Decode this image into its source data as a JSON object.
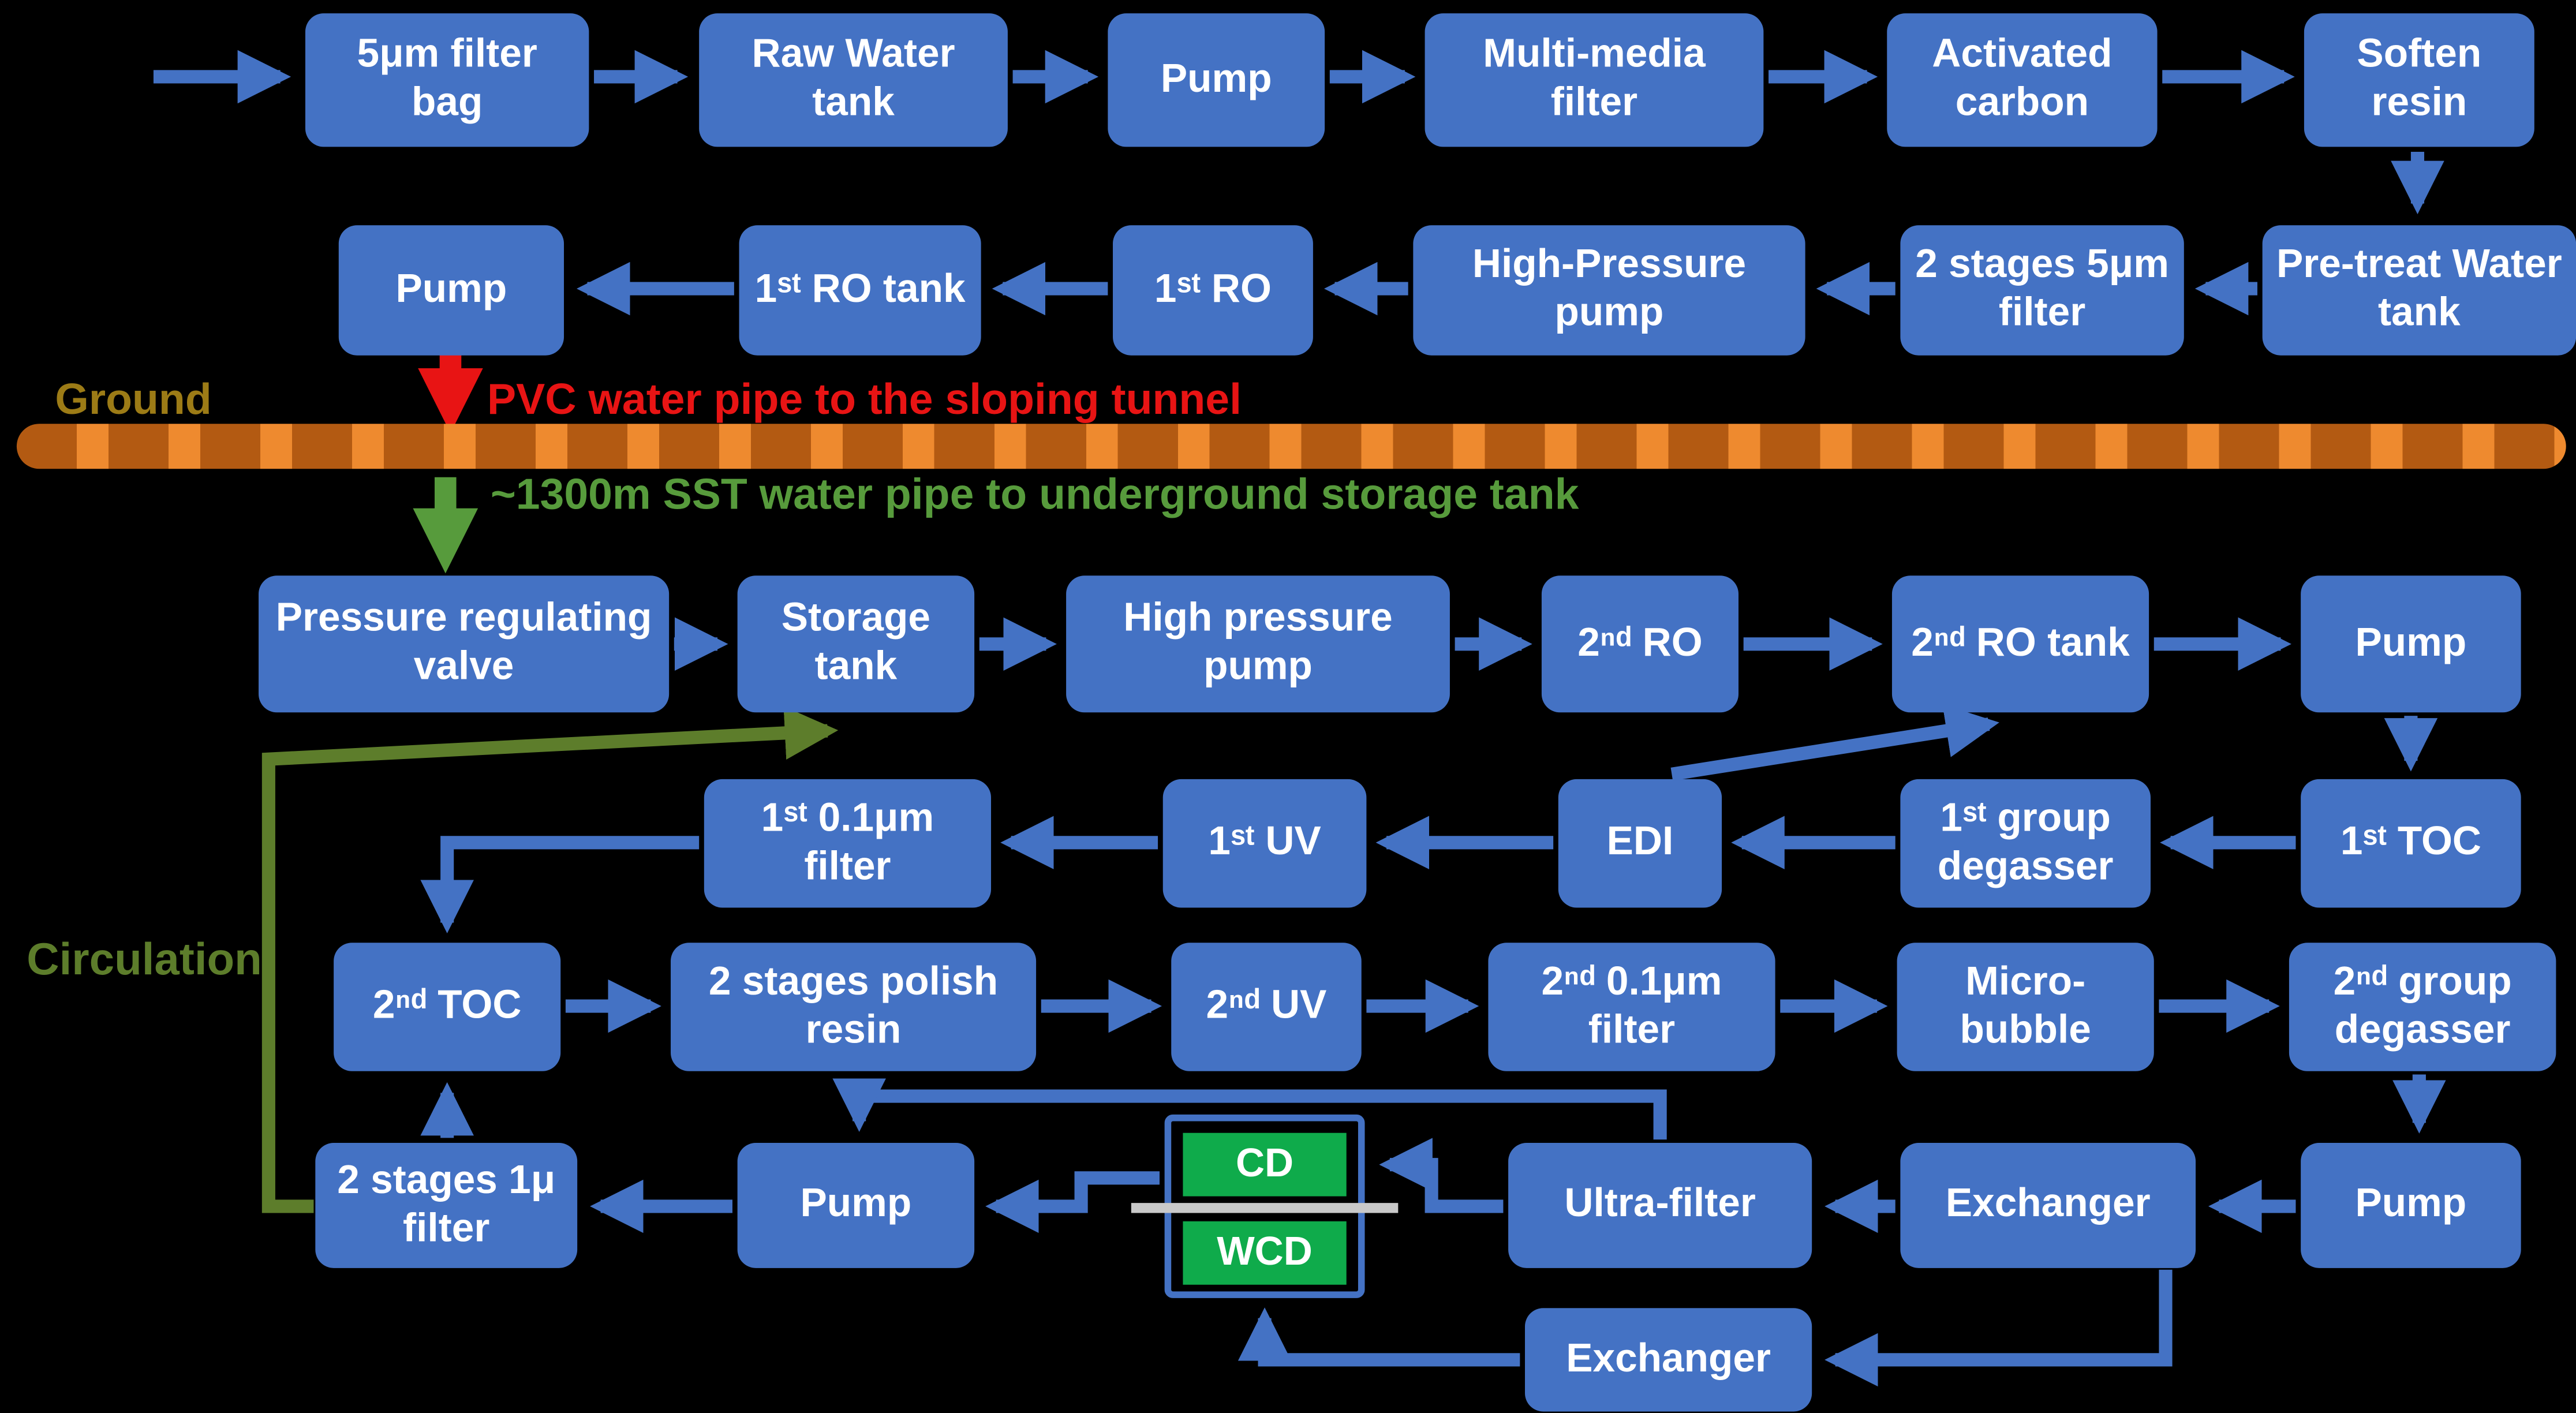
{
  "labels": {
    "ground": "Ground",
    "pvc_pipe": "PVC water pipe to the sloping tunnel",
    "sst_pipe": "~1300m SST water pipe to underground storage tank",
    "circulation": "Circulation"
  },
  "colors": {
    "background": "#000000",
    "box_blue": "#4472c4",
    "arrow_blue": "#4472c4",
    "green_box": "#0fab4b",
    "ground_bar_orange": "#ee8a2f",
    "ground_bar_dash": "#b35a12",
    "ground_text": "#9c7b16",
    "pvc_red": "#e81414",
    "sst_green": "#579b3c",
    "circulation_green": "#5d7d2b",
    "separator_gray": "#c9c9c9",
    "text_white": "#ffffff"
  },
  "nodes": {
    "filter_bag_5um": {
      "label": "5μm filter bag"
    },
    "raw_water_tank": {
      "label": "Raw Water tank"
    },
    "pump_1": {
      "label": "Pump"
    },
    "multi_media_filter": {
      "label": "Multi-media filter"
    },
    "activated_carbon": {
      "label": "Activated carbon"
    },
    "soften_resin": {
      "label": "Soften resin"
    },
    "pre_treat_tank": {
      "label": "Pre-treat Water tank"
    },
    "stages2_5um_filter": {
      "label": "2 stages 5μm filter"
    },
    "high_pressure_pump_1": {
      "label": "High-Pressure pump"
    },
    "first_ro": {
      "label": "1ˢᵗ RO"
    },
    "first_ro_tank": {
      "label": "1ˢᵗ RO tank"
    },
    "pump_2": {
      "label": "Pump"
    },
    "pressure_valve": {
      "label": "Pressure regulating valve"
    },
    "storage_tank": {
      "label": "Storage tank"
    },
    "high_pressure_pump_2": {
      "label": "High pressure pump"
    },
    "second_ro": {
      "label": "2ⁿᵈ RO"
    },
    "second_ro_tank": {
      "label": "2ⁿᵈ RO tank"
    },
    "pump_3": {
      "label": "Pump"
    },
    "first_toc": {
      "label": "1ˢᵗ TOC"
    },
    "first_group_degasser": {
      "label": "1ˢᵗ group degasser"
    },
    "edi": {
      "label": "EDI"
    },
    "first_uv": {
      "label": "1ˢᵗ UV"
    },
    "first_01um_filter": {
      "label": "1ˢᵗ 0.1μm filter"
    },
    "second_toc": {
      "label": "2ⁿᵈ TOC"
    },
    "polish_resin": {
      "label": "2 stages polish resin"
    },
    "second_uv": {
      "label": "2ⁿᵈ UV"
    },
    "second_01um_filter": {
      "label": "2ⁿᵈ 0.1μm filter"
    },
    "micro_bubble": {
      "label": "Micro-bubble"
    },
    "second_group_degasser": {
      "label": "2ⁿᵈ group degasser"
    },
    "pump_4": {
      "label": "Pump"
    },
    "exchanger_1": {
      "label": "Exchanger"
    },
    "ultra_filter": {
      "label": "Ultra-filter"
    },
    "cd": {
      "label": "CD"
    },
    "wcd": {
      "label": "WCD"
    },
    "pump_5": {
      "label": "Pump"
    },
    "stages2_1u_filter": {
      "label": "2 stages 1μ filter"
    },
    "exchanger_2": {
      "label": "Exchanger"
    }
  },
  "edges": [
    "inlet -> 5μm filter bag",
    "5μm filter bag -> Raw Water tank",
    "Raw Water tank -> Pump",
    "Pump -> Multi-media filter",
    "Multi-media filter -> Activated carbon",
    "Activated carbon -> Soften resin",
    "Soften resin -> Pre-treat Water tank",
    "Pre-treat Water tank -> 2 stages 5μm filter",
    "2 stages 5μm filter -> High-Pressure pump",
    "High-Pressure pump -> 1ˢᵗ RO",
    "1ˢᵗ RO -> 1ˢᵗ RO tank",
    "1ˢᵗ RO tank -> Pump",
    "Pump -> PVC water pipe -> underground -> Pressure regulating valve",
    "Pressure regulating valve -> Storage tank",
    "Storage tank -> High pressure pump",
    "High pressure pump -> 2ⁿᵈ RO",
    "2ⁿᵈ RO -> 2ⁿᵈ RO tank",
    "2ⁿᵈ RO tank -> Pump",
    "Pump -> 1ˢᵗ TOC",
    "1ˢᵗ TOC -> 1ˢᵗ group degasser",
    "1ˢᵗ group degasser -> EDI",
    "EDI -> 2ⁿᵈ RO tank",
    "EDI -> 1ˢᵗ UV",
    "1ˢᵗ UV -> 1ˢᵗ 0.1μm filter",
    "1ˢᵗ 0.1μm filter -> 2ⁿᵈ TOC",
    "2ⁿᵈ TOC -> 2 stages polish resin",
    "2 stages polish resin -> 2ⁿᵈ UV",
    "2ⁿᵈ UV -> 2ⁿᵈ 0.1μm filter",
    "2ⁿᵈ 0.1μm filter -> Micro-bubble",
    "Micro-bubble -> 2ⁿᵈ group degasser",
    "2ⁿᵈ group degasser -> Pump",
    "Pump -> Exchanger",
    "Exchanger -> Ultra-filter",
    "Ultra-filter -> CD/WCD",
    "Ultra-filter -> Pump",
    "CD/WCD -> Pump",
    "Pump -> 2 stages 1μ filter",
    "2 stages 1μ filter -> 2ⁿᵈ TOC",
    "2 stages 1μ filter -> Storage tank (Circulation)",
    "Exchanger -> Exchanger (bottom)",
    "Exchanger (bottom) -> WCD"
  ]
}
